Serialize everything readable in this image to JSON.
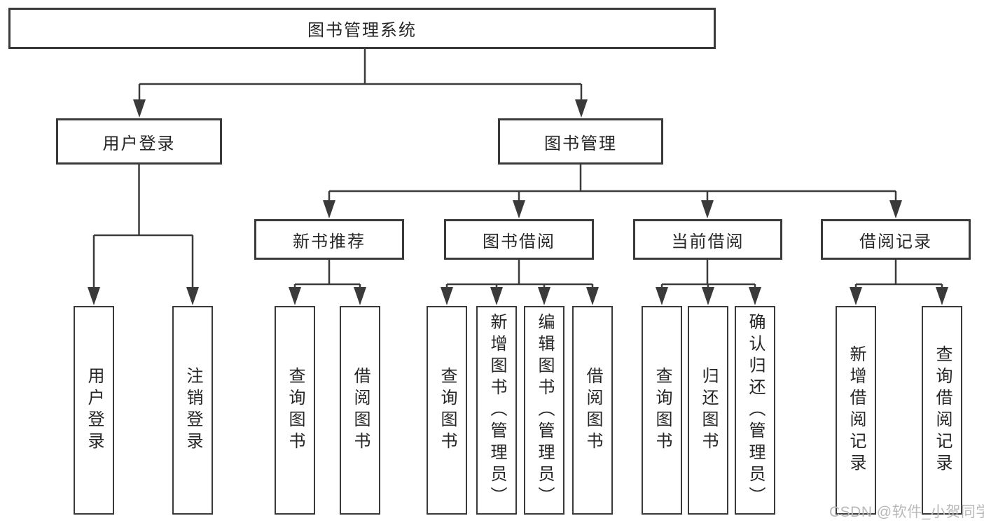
{
  "watermark": "CSDN @软件_小贺同学",
  "colors": {
    "line": "#3a3a3a",
    "text": "#262626",
    "watermark": "#b9b9b9",
    "background": "#ffffff"
  },
  "tree": {
    "label": "图书管理系统",
    "children": [
      {
        "label": "用户登录",
        "children": [
          {
            "label": "用户登录"
          },
          {
            "label": "注销登录"
          }
        ]
      },
      {
        "label": "图书管理",
        "children": [
          {
            "label": "新书推荐",
            "children": [
              {
                "label": "查询图书"
              },
              {
                "label": "借阅图书"
              }
            ]
          },
          {
            "label": "图书借阅",
            "children": [
              {
                "label": "查询图书"
              },
              {
                "label": "新增图书（管理员）"
              },
              {
                "label": "编辑图书（管理员）"
              },
              {
                "label": "借阅图书"
              }
            ]
          },
          {
            "label": "当前借阅",
            "children": [
              {
                "label": "查询图书"
              },
              {
                "label": "归还图书"
              },
              {
                "label": "确认归还（管理员）"
              }
            ]
          },
          {
            "label": "借阅记录",
            "children": [
              {
                "label": "新增借阅记录"
              },
              {
                "label": "查询借阅记录"
              }
            ]
          }
        ]
      }
    ]
  }
}
